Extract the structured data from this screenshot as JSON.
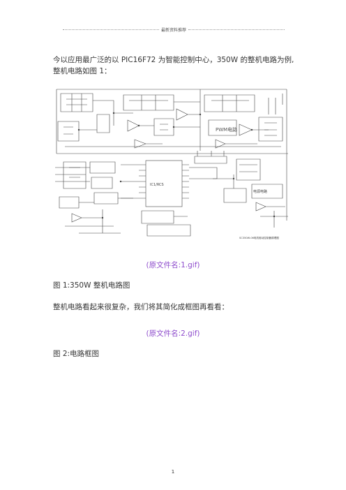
{
  "header": {
    "title": "最新资料推荐"
  },
  "intro": "今以应用最广泛的以 PIC16F72 为智能控制中心，350W 的整机电路为例,整机电路如图 1：",
  "figure1": {
    "labels": {
      "center": "IC1/RCS",
      "right_box": "电源电路",
      "mid_label": "PWM电路",
      "bottom": "SC350W-06电机驱动控制器原理图"
    },
    "source": "(原文件名:1.gif)",
    "caption": "图 1:350W 整机电路图"
  },
  "mid_text": "整机电路看起来很复杂，我们将其简化成框图再看看：",
  "figure2": {
    "source": "(原文件名:2.gif)",
    "caption": "图 2:电路框图"
  },
  "page_number": "1",
  "colors": {
    "link": "#8e4ccc",
    "text": "#333333"
  }
}
